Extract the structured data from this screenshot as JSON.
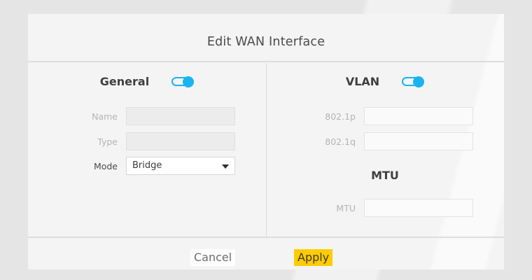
{
  "dialog": {
    "title": "Edit WAN Interface"
  },
  "colors": {
    "accent_toggle": "#18b4f0",
    "apply_highlight": "#ffcc00",
    "dialog_bg": "#f4f4f4",
    "page_bg": "#e5e5e5",
    "divider": "#dddddd"
  },
  "general": {
    "title": "General",
    "toggle": {
      "name": "general-toggle",
      "state": "on"
    },
    "fields": [
      {
        "label": "Name",
        "value": "",
        "placeholder": "",
        "control": "text",
        "disabled": true
      },
      {
        "label": "Type",
        "value": "",
        "placeholder": "",
        "control": "text",
        "disabled": true
      },
      {
        "label": "Mode",
        "value": "Bridge",
        "placeholder": "",
        "control": "select",
        "disabled": false,
        "options": [
          "Bridge"
        ]
      }
    ]
  },
  "vlan": {
    "title": "VLAN",
    "toggle": {
      "name": "vlan-toggle",
      "state": "on"
    },
    "fields": [
      {
        "label": "802.1p",
        "value": "",
        "placeholder": "",
        "control": "text",
        "disabled": false
      },
      {
        "label": "802.1q",
        "value": "",
        "placeholder": "",
        "control": "text",
        "disabled": false
      }
    ]
  },
  "mtu": {
    "title": "MTU",
    "fields": [
      {
        "label": "MTU",
        "value": "",
        "placeholder": "",
        "control": "text",
        "disabled": false
      }
    ]
  },
  "footer": {
    "cancel_label": "Cancel",
    "apply_label": "Apply"
  }
}
